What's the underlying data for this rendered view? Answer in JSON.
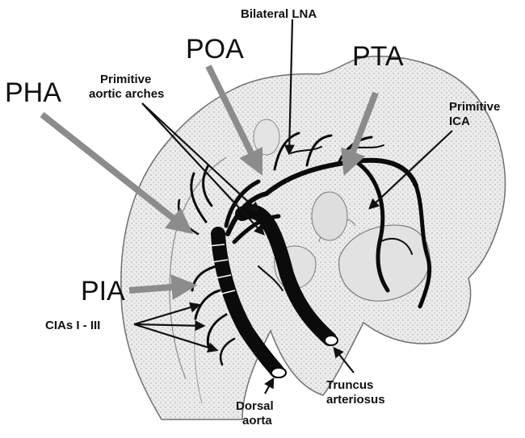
{
  "labels": {
    "bilateral_lna": "Bilateral LNA",
    "poa": "POA",
    "pta": "PTA",
    "pha": "PHA",
    "primitive_aortic_arches_line1": "Primitive",
    "primitive_aortic_arches_line2": "aortic arches",
    "primitive_ica_line1": "Primitive",
    "primitive_ica_line2": "ICA",
    "pia": "PIA",
    "cias": "CIAs I - III",
    "dorsal_aorta_line1": "Dorsal",
    "dorsal_aorta_line2": "aorta",
    "truncus_line1": "Truncus",
    "truncus_line2": "arteriosus"
  },
  "colors": {
    "embryo_fill": "#e9e9e9",
    "embryo_outline": "#6f6f6f",
    "vessel": "#0b0b0b",
    "grey_arrow": "#8c8c8c",
    "black_arrow": "#111111"
  }
}
